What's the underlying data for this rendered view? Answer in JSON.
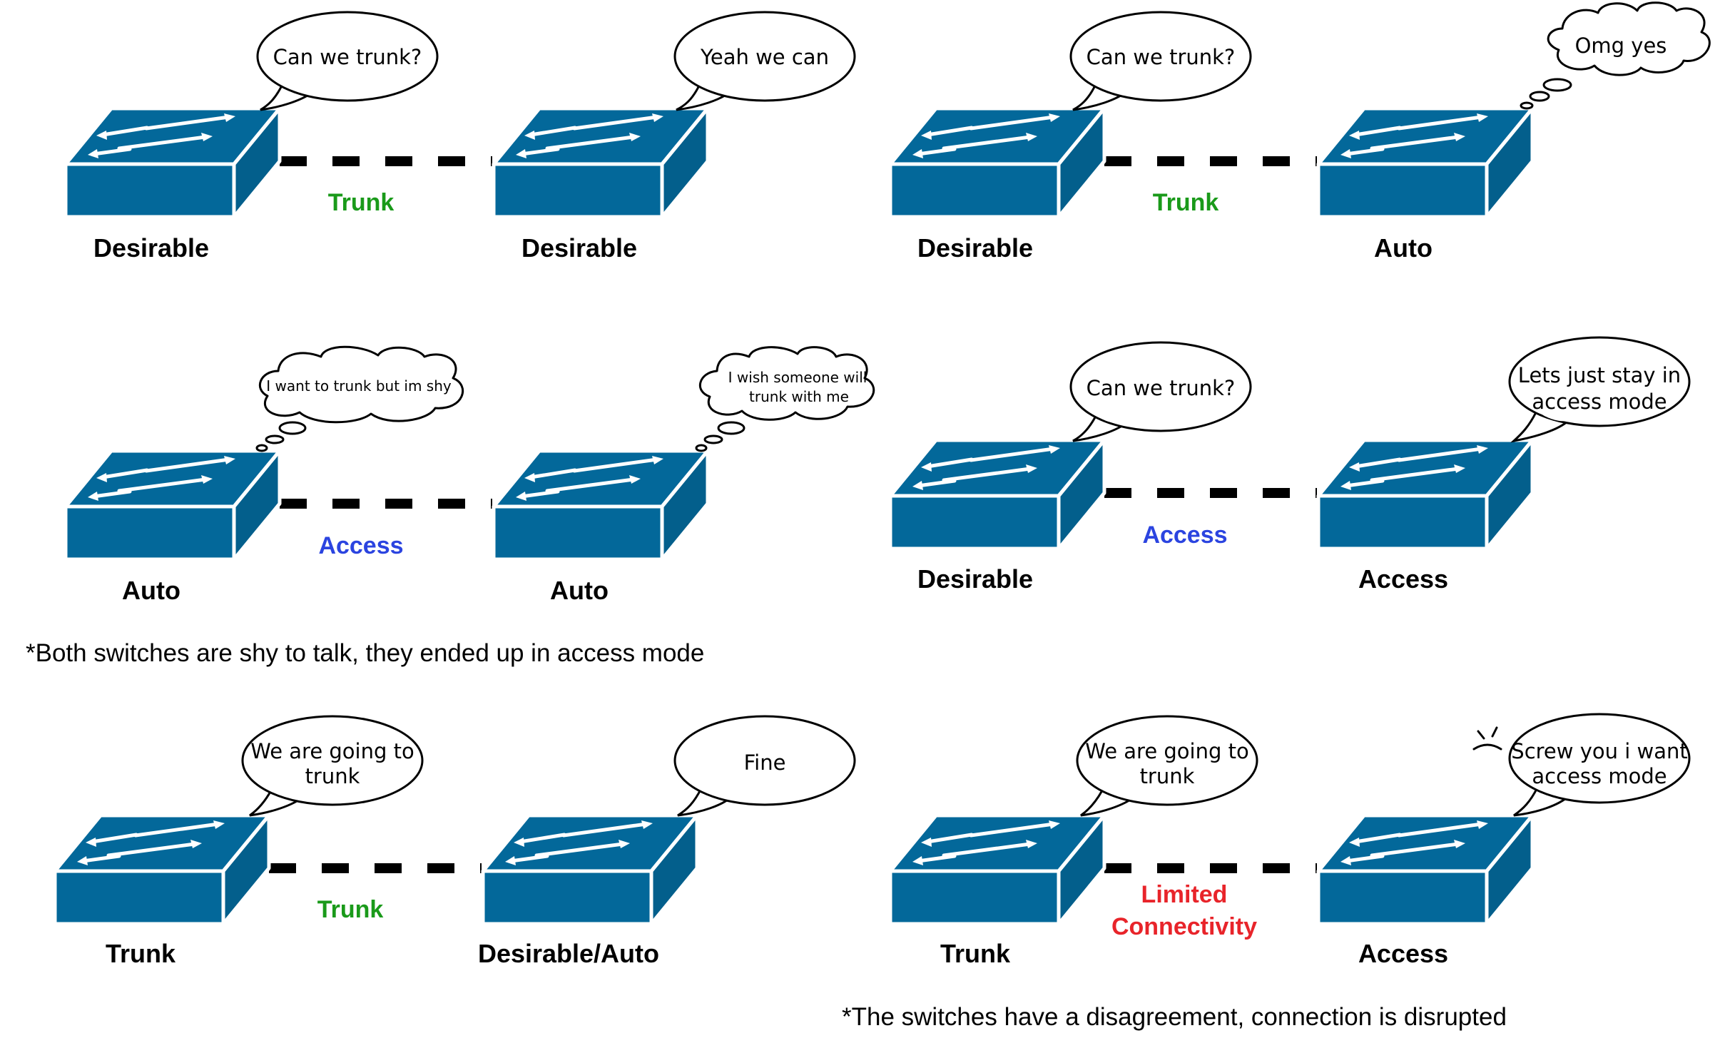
{
  "colors": {
    "switch_front": "#03689a",
    "switch_top": "#03689a",
    "switch_side": "#035f8c",
    "trunk": "#1a9a1a",
    "access": "#2b44e0",
    "limited": "#e8242a",
    "mode": "#000000",
    "bubble_stroke": "#000000"
  },
  "scenarios": [
    {
      "left_mode": "Desirable",
      "right_mode": "Desirable",
      "link_label": "Trunk",
      "link_status": "trunk",
      "left_bubble": {
        "kind": "speech",
        "lines": [
          "Can we trunk?"
        ]
      },
      "right_bubble": {
        "kind": "speech",
        "lines": [
          "Yeah we can"
        ]
      }
    },
    {
      "left_mode": "Desirable",
      "right_mode": "Auto",
      "link_label": "Trunk",
      "link_status": "trunk",
      "left_bubble": {
        "kind": "speech",
        "lines": [
          "Can we trunk?"
        ]
      },
      "right_bubble": {
        "kind": "thought",
        "lines": [
          "Omg yes"
        ]
      }
    },
    {
      "left_mode": "Auto",
      "right_mode": "Auto",
      "link_label": "Access",
      "link_status": "access",
      "left_bubble": {
        "kind": "thought",
        "lines": [
          "I want to trunk but im shy"
        ]
      },
      "right_bubble": {
        "kind": "thought",
        "lines": [
          "I wish someone will",
          "trunk with me"
        ]
      }
    },
    {
      "left_mode": "Desirable",
      "right_mode": "Access",
      "link_label": "Access",
      "link_status": "access",
      "left_bubble": {
        "kind": "speech",
        "lines": [
          "Can we trunk?"
        ]
      },
      "right_bubble": {
        "kind": "speech",
        "lines": [
          "Lets just stay in",
          "access mode"
        ]
      }
    },
    {
      "left_mode": "Trunk",
      "right_mode": "Desirable/Auto",
      "link_label": "Trunk",
      "link_status": "trunk",
      "left_bubble": {
        "kind": "speech",
        "lines": [
          "We are going to",
          "trunk"
        ]
      },
      "right_bubble": {
        "kind": "speech",
        "lines": [
          "Fine"
        ]
      }
    },
    {
      "left_mode": "Trunk",
      "right_mode": "Access",
      "link_label": "Limited Connectivity",
      "link_label_lines": [
        "Limited",
        "Connectivity"
      ],
      "link_status": "limited",
      "left_bubble": {
        "kind": "speech",
        "lines": [
          "We are going to",
          "trunk"
        ]
      },
      "right_bubble": {
        "kind": "speech",
        "lines": [
          "Screw you i want",
          "access mode"
        ]
      }
    }
  ],
  "notes": [
    "*Both switches are shy to talk, they ended up in access mode",
    "*The switches have a disagreement, connection is disrupted"
  ]
}
